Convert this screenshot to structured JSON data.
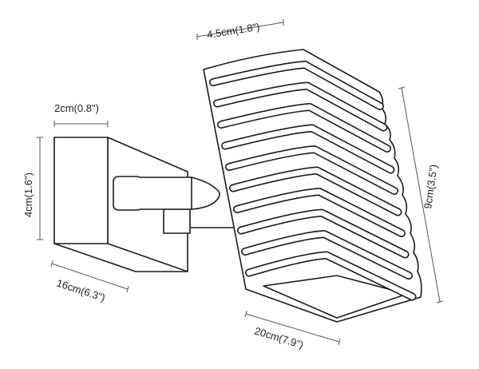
{
  "dimensions": {
    "head_width": "4.5cm(1.8\")",
    "base_depth": "2cm(0.8\")",
    "base_height": "4cm(1.6\")",
    "head_height": "9cm(3.5\")",
    "base_length": "16cm(6.3\")",
    "total_projection": "20cm(7.9\")"
  },
  "colors": {
    "line": "#1a1a1a",
    "background": "#ffffff"
  }
}
